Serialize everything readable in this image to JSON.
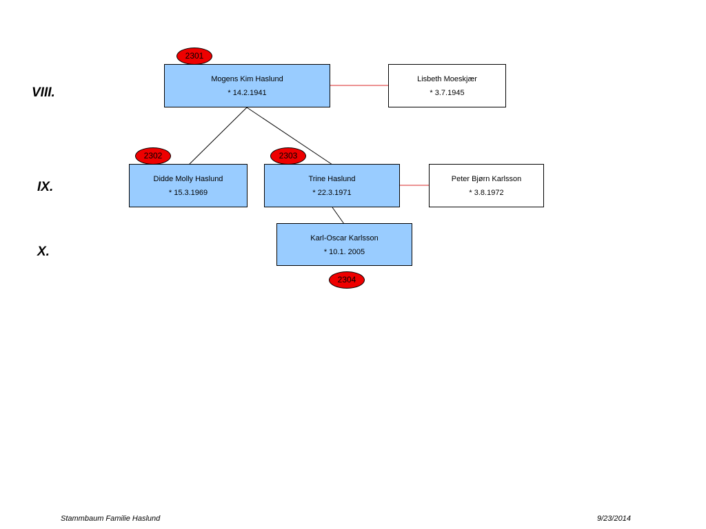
{
  "generations": [
    "VIII.",
    "IX.",
    "X."
  ],
  "persons": {
    "mogens": {
      "name": "Mogens Kim Haslund",
      "birth": "* 14.2.1941",
      "id": "2301"
    },
    "lisbeth": {
      "name": "Lisbeth Moeskjær",
      "birth": "* 3.7.1945"
    },
    "didde": {
      "name": "Didde Molly Haslund",
      "birth": "* 15.3.1969",
      "id": "2302"
    },
    "trine": {
      "name": "Trine Haslund",
      "birth": "* 22.3.1971",
      "id": "2303"
    },
    "peter": {
      "name": "Peter Bjørn Karlsson",
      "birth": "* 3.8.1972"
    },
    "karl": {
      "name": "Karl-Oscar Karlsson",
      "birth": "* 10.1. 2005",
      "id": "2304"
    }
  },
  "footer": {
    "title": "Stammbaum Familie Haslund",
    "date": "9/23/2014"
  },
  "colors": {
    "blood_box": "#99ccff",
    "tag": "#ee0000",
    "marriage_line": "#e05050"
  }
}
